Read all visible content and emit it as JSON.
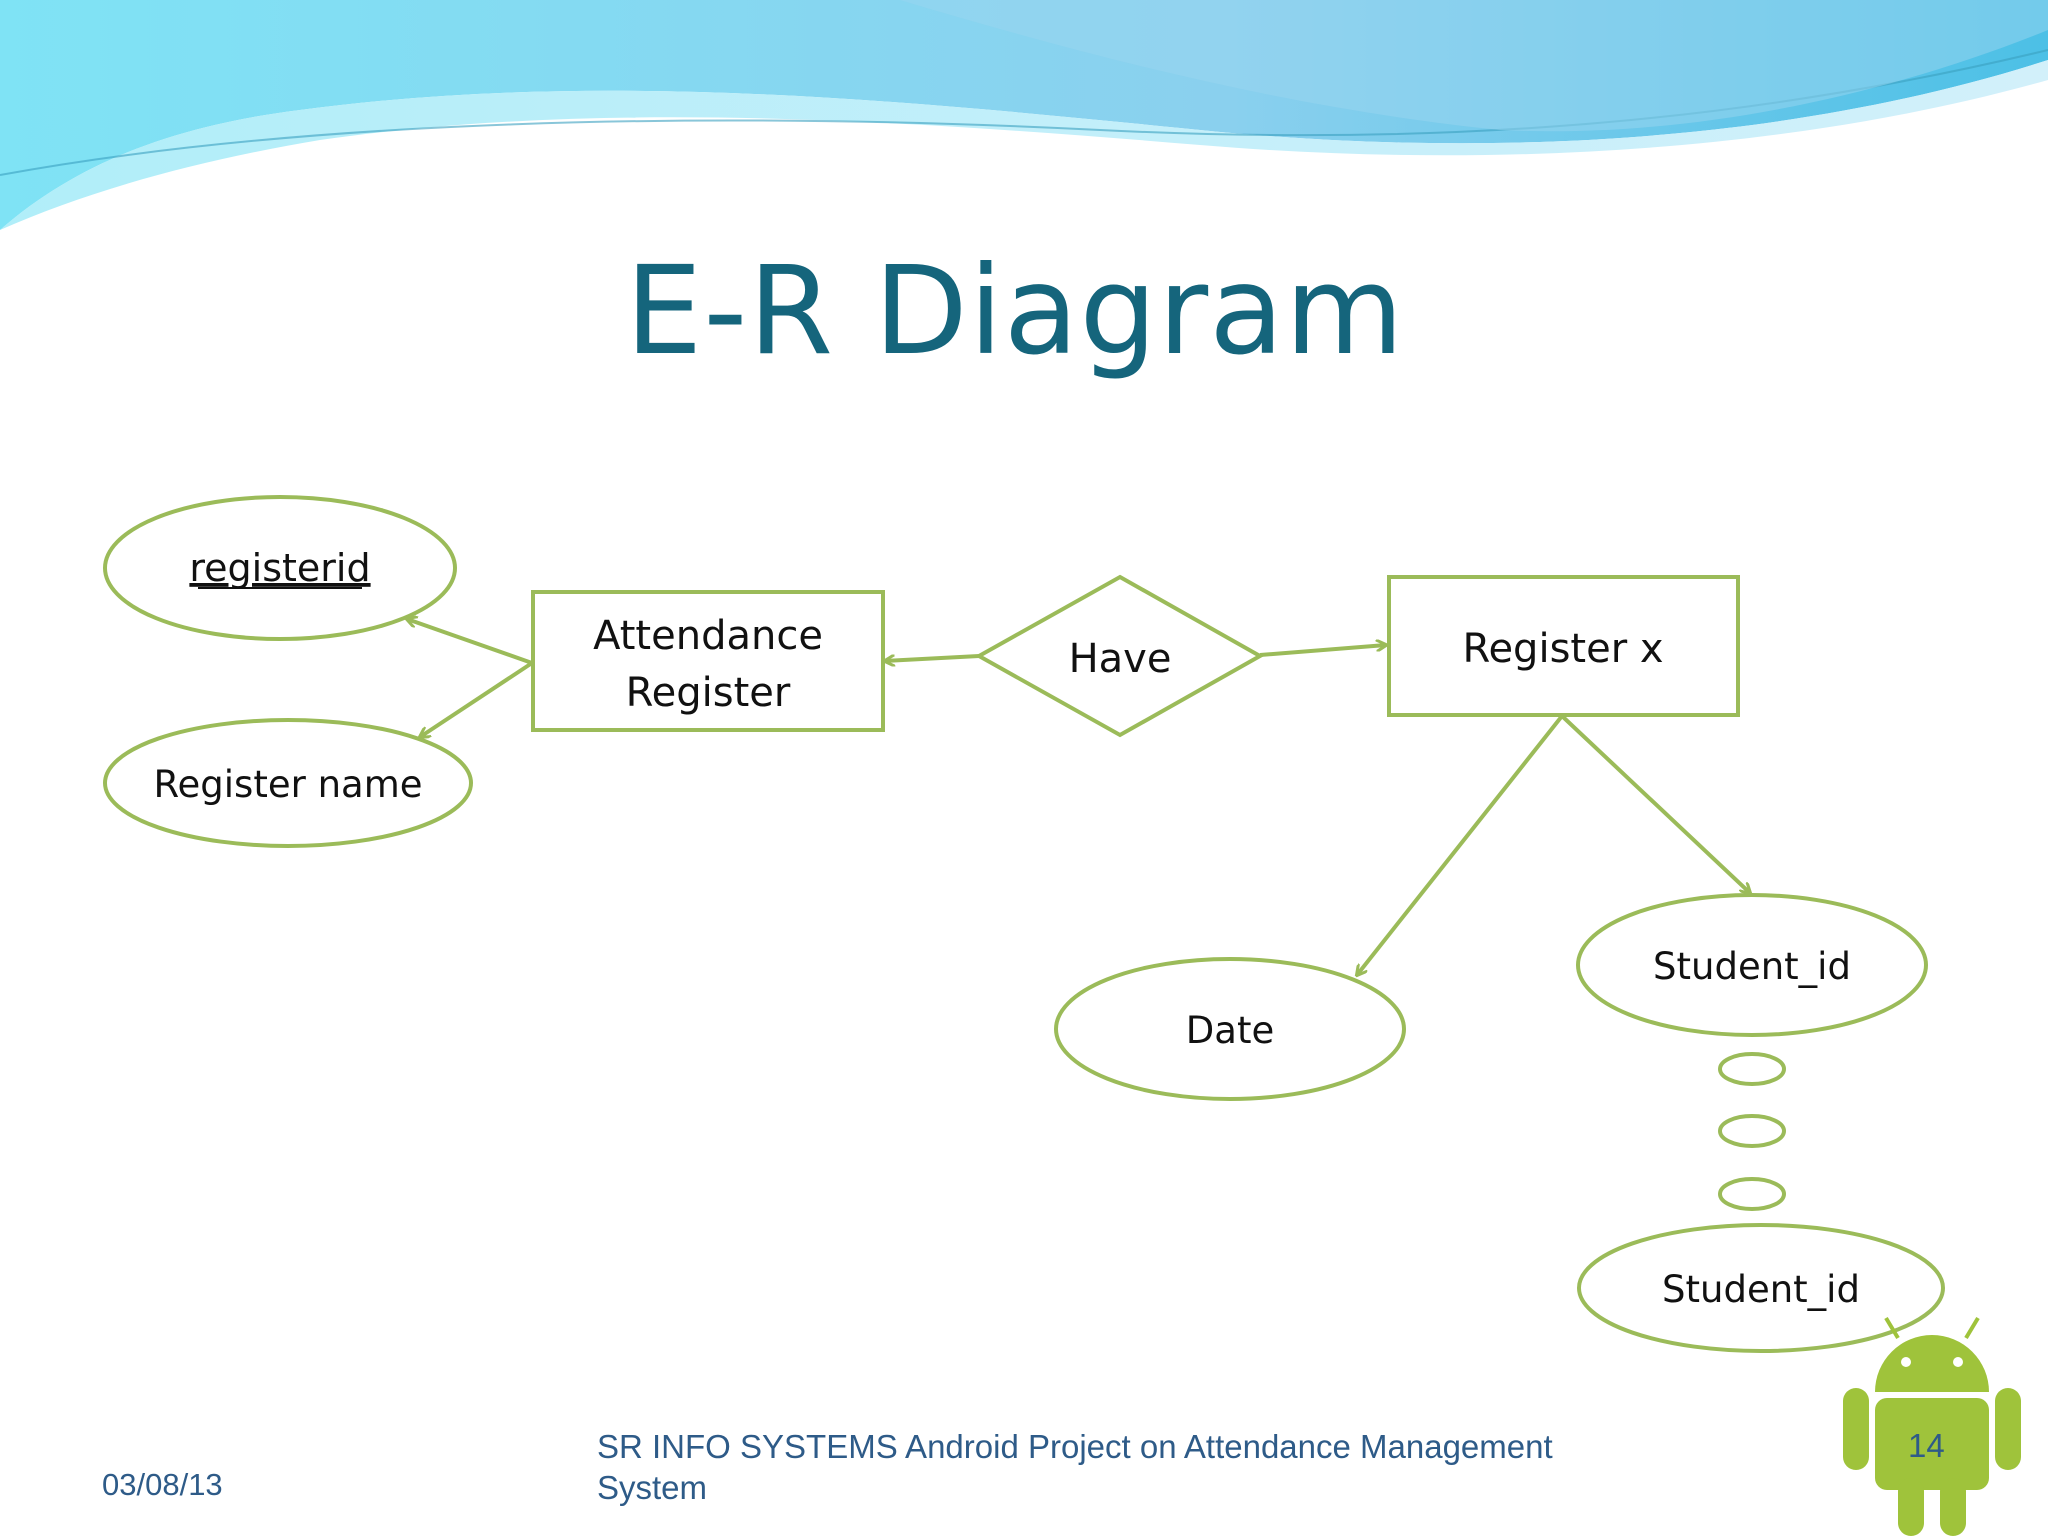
{
  "slide": {
    "title": "E-R Diagram",
    "footer_date": "03/08/13",
    "footer_text": "SR INFO SYSTEMS Android Project on Attendance Management System",
    "page_number": "14"
  },
  "diagram": {
    "entities": {
      "attendance_register": [
        "Attendance",
        "Register"
      ],
      "register_x": "Register x"
    },
    "relationship": "Have",
    "attributes": {
      "registerid": "registerid",
      "register_name": "Register name",
      "date": "Date",
      "student_id_first": "Student_id",
      "student_id_last": "Student_id"
    }
  },
  "colors": {
    "stroke": "#9bbb59",
    "title": "#15657c",
    "footer": "#2e5b88",
    "wave": "#5bc8e8",
    "android": "#9fc33b"
  },
  "icons": {
    "logo": "android-robot-icon"
  }
}
